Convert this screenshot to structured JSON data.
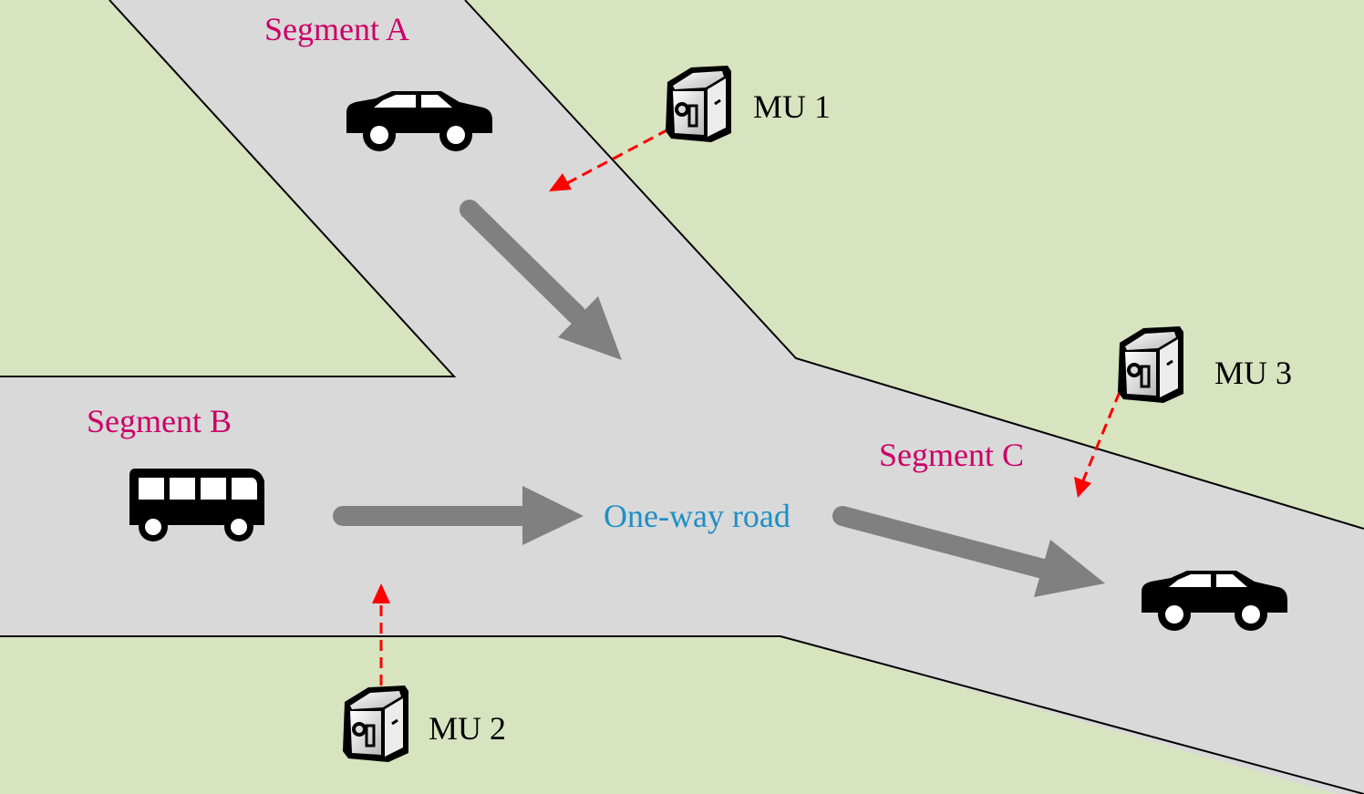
{
  "segments": [
    {
      "id": "A",
      "label": "Segment A"
    },
    {
      "id": "B",
      "label": "Segment B"
    },
    {
      "id": "C",
      "label": "Segment C"
    }
  ],
  "road_label": "One-way road",
  "monitoring_units": [
    {
      "id": "mu1",
      "label": "MU 1",
      "icon": "camera-icon"
    },
    {
      "id": "mu2",
      "label": "MU 2",
      "icon": "camera-icon"
    },
    {
      "id": "mu3",
      "label": "MU 3",
      "icon": "camera-icon"
    }
  ],
  "vehicles": [
    {
      "id": "car-a",
      "icon": "car-icon"
    },
    {
      "id": "bus-b",
      "icon": "bus-icon"
    },
    {
      "id": "car-c",
      "icon": "car-icon"
    }
  ],
  "colors": {
    "background": "#d8e4bf",
    "road": "#d9d9d9",
    "flow_arrow": "#808080",
    "sensing_arrow": "#ff0000",
    "segment_label": "#cc0066",
    "road_label": "#1f8fc6"
  }
}
